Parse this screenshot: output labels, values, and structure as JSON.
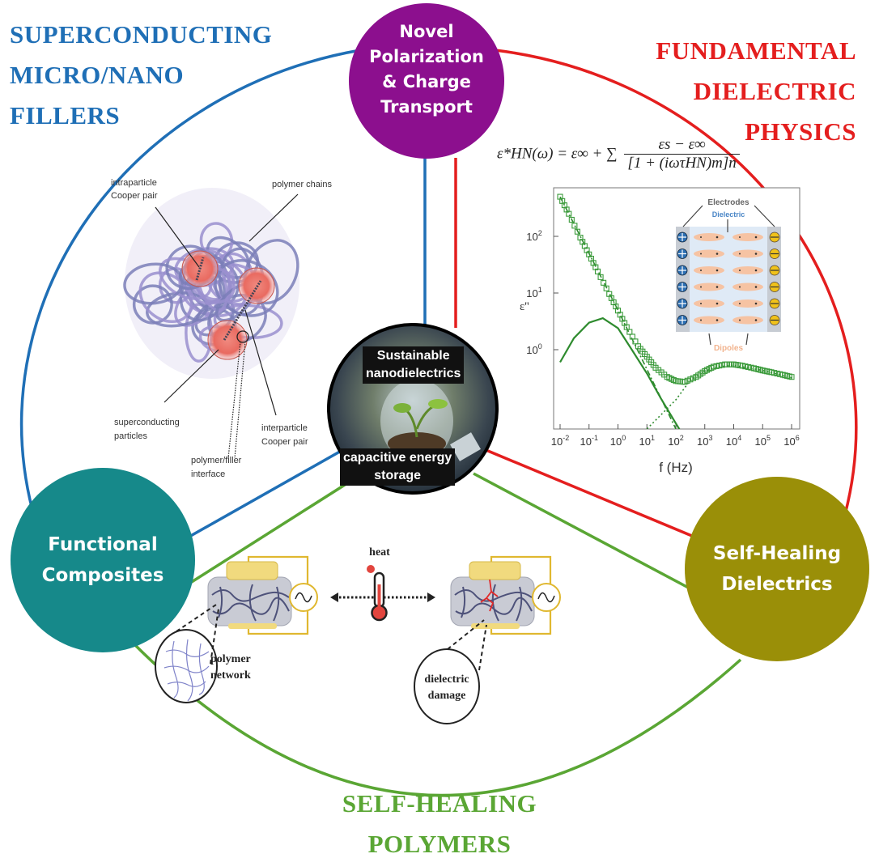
{
  "colors": {
    "blue": "#1f6fb6",
    "red": "#e41e1e",
    "green": "#5aa634",
    "purple": "#8c0f8e",
    "teal": "#16898a",
    "olive": "#9a8f08"
  },
  "corner_titles": {
    "top_left": [
      "SUPERCONDUCTING",
      "MICRO/NANO",
      "FILLERS"
    ],
    "top_right": [
      "FUNDAMENTAL",
      "DIELECTRIC",
      "PHYSICS"
    ],
    "bottom": [
      "SELF-HEALING",
      "POLYMERS"
    ]
  },
  "nodes": {
    "top": [
      "Novel",
      "Polarization",
      "& Charge",
      "Transport"
    ],
    "left": [
      "Functional",
      "Composites"
    ],
    "right": [
      "Self-Healing",
      "Dielectrics"
    ],
    "center": {
      "top": [
        "Sustainable",
        "nanodielectrics"
      ],
      "bottom": [
        "capacitive energy",
        "storage"
      ]
    }
  },
  "superconducting_figure": {
    "labels": {
      "intraparticle": [
        "intraparticle",
        "Cooper pair"
      ],
      "polymer_chains": "polymer chains",
      "particles": [
        "superconducting",
        "particles"
      ],
      "interparticle": [
        "interparticle",
        "Cooper pair"
      ],
      "interface": [
        "polymer/filler",
        "interface"
      ]
    }
  },
  "equation": {
    "lhs": "ε*HN(ω) = ε∞ + ∑",
    "numerator": "εs − ε∞",
    "denominator": "[1 + (iωτHN)m]n"
  },
  "chart_data": {
    "type": "line",
    "xlabel": "f (Hz)",
    "ylabel": "ε''",
    "xscale": "log",
    "yscale": "log",
    "xlim": [
      0.01,
      1000000
    ],
    "ylim": [
      0.04,
      720
    ],
    "x_ticks": [
      "10-2",
      "10-1",
      "100",
      "101",
      "102",
      "103",
      "104",
      "105",
      "106"
    ],
    "y_ticks": [
      "100",
      "101",
      "102"
    ],
    "grid": false,
    "markers": {
      "x": [
        0.01,
        0.02,
        0.05,
        0.1,
        0.2,
        0.5,
        1,
        2,
        5,
        10,
        20,
        50,
        100,
        200,
        500,
        1000,
        2000,
        5000,
        10000,
        20000,
        50000,
        100000,
        200000,
        500000,
        1000000
      ],
      "y": [
        500,
        250,
        95,
        48,
        24,
        9.6,
        4.9,
        2.5,
        1.15,
        0.75,
        0.48,
        0.33,
        0.28,
        0.27,
        0.33,
        0.42,
        0.5,
        0.55,
        0.55,
        0.52,
        0.47,
        0.43,
        0.4,
        0.36,
        0.33
      ]
    },
    "series": [
      {
        "style": "solid",
        "x": [
          0.01,
          0.03,
          0.1,
          0.3,
          1,
          3,
          10,
          30,
          100,
          300
        ],
        "y": [
          0.6,
          1.6,
          3.0,
          3.6,
          2.4,
          1.0,
          0.38,
          0.14,
          0.05,
          0.02
        ]
      },
      {
        "style": "dash-dot",
        "x": [
          0.01,
          0.1,
          1,
          10,
          100
        ],
        "y": [
          500,
          50,
          5,
          0.45,
          0.04
        ]
      },
      {
        "style": "dotted",
        "x": [
          10,
          100,
          300,
          1000,
          3000,
          10000,
          100000,
          1000000
        ],
        "y": [
          0.04,
          0.13,
          0.28,
          0.42,
          0.5,
          0.53,
          0.43,
          0.32
        ]
      }
    ],
    "inset": {
      "electrodes": "Electrodes",
      "dielectric": "Dielectric",
      "dipoles": "Dipoles"
    }
  },
  "self_healing_figure": {
    "heat": "heat",
    "left_label": [
      "polymer",
      "network"
    ],
    "right_label": [
      "dielectric",
      "damage"
    ]
  }
}
